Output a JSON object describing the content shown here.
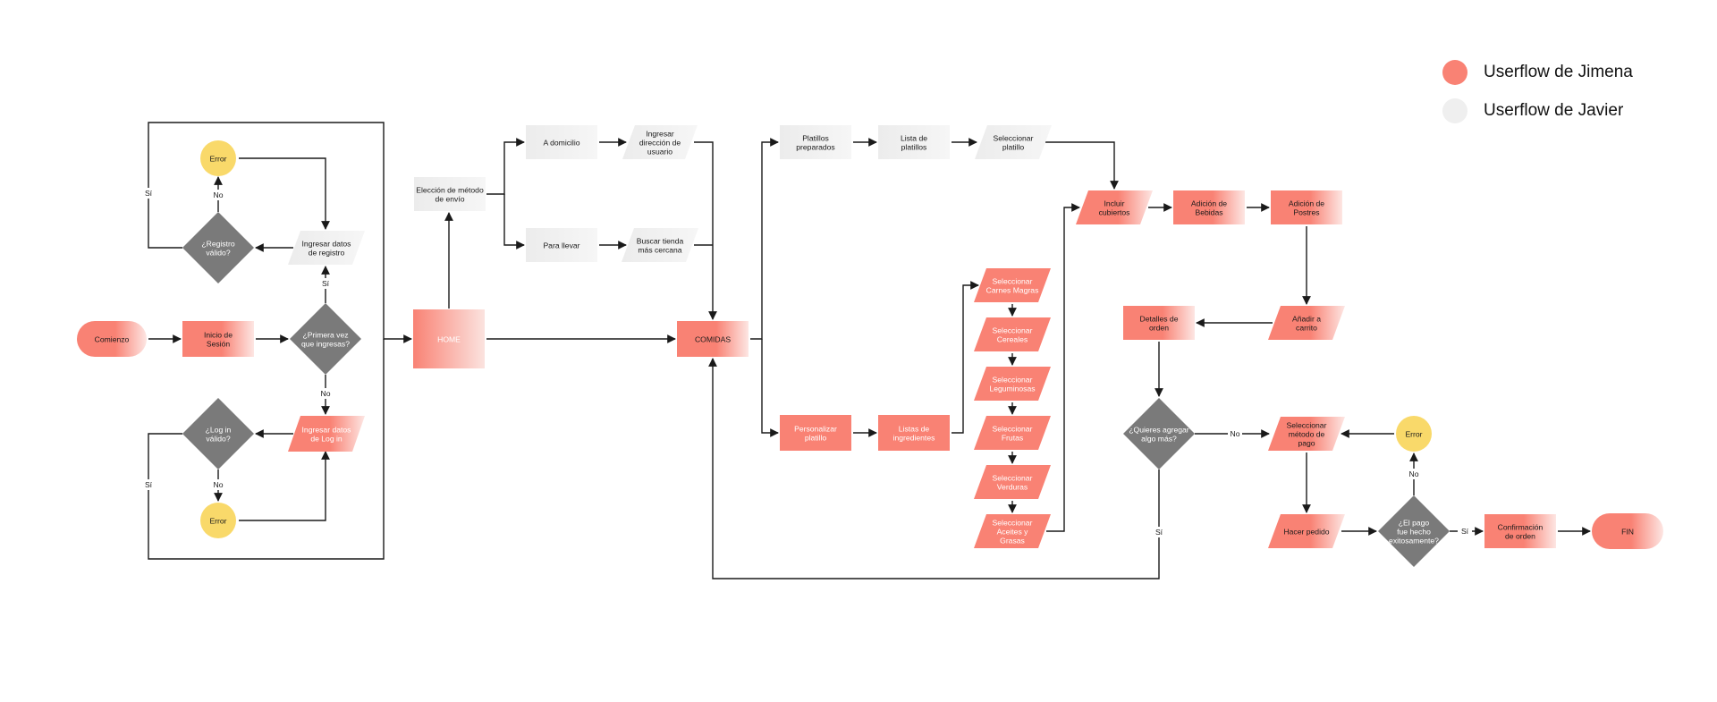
{
  "colors": {
    "jimena": "#f98274",
    "javier": "#efefef",
    "decision": "#7a7a7a",
    "error": "#f9d96a",
    "line": "#1a1a1a"
  },
  "legend": [
    {
      "label": "Userflow de Jimena",
      "color": "#f98274"
    },
    {
      "label": "Userflow de Javier",
      "color": "#efefef"
    }
  ],
  "nodes": {
    "start": [
      "Comienzo"
    ],
    "inicio": [
      "Inicio de",
      "Sesión"
    ],
    "primera": [
      "¿Primera vez",
      "que ingresas?"
    ],
    "ingresar_registro": [
      "Ingresar datos",
      "de registro"
    ],
    "registro_valido": [
      "¿Registro",
      "válido?"
    ],
    "error_registro": [
      "Error"
    ],
    "ingresar_login": [
      "Ingresar datos",
      "de Log in"
    ],
    "login_valido": [
      "¿Log in",
      "válido?"
    ],
    "error_login": [
      "Error"
    ],
    "home": [
      "HOME"
    ],
    "eleccion_envio": [
      "Elección de método",
      "de envío"
    ],
    "a_domicilio": [
      "A domicilio"
    ],
    "ingresar_direccion": [
      "Ingresar",
      "dirección de",
      "usuario"
    ],
    "para_llevar": [
      "Para llevar"
    ],
    "buscar_tienda": [
      "Buscar tienda",
      "más cercana"
    ],
    "comidas": [
      "COMIDAS"
    ],
    "platillos_preparados": [
      "Platillos",
      "preparados"
    ],
    "lista_platillos": [
      "Lista de",
      "platillos"
    ],
    "seleccionar_platillo": [
      "Seleccionar",
      "platillo"
    ],
    "personalizar": [
      "Personalizar",
      "platillo"
    ],
    "lista_ingredientes": [
      "Listas de",
      "ingredientes"
    ],
    "sel_carnes": [
      "Seleccionar",
      "Carnes Magras"
    ],
    "sel_cereales": [
      "Seleccionar",
      "Cereales"
    ],
    "sel_leguminosas": [
      "Seleccionar",
      "Leguminosas"
    ],
    "sel_frutas": [
      "Seleccionar",
      "Frutas"
    ],
    "sel_verduras": [
      "Seleccionar",
      "Verduras"
    ],
    "sel_aceites": [
      "Seleccionar",
      "Aceites y",
      "Grasas"
    ],
    "incluir_cubiertos": [
      "Incluir",
      "cubiertos"
    ],
    "adicion_bebidas": [
      "Adición de",
      "Bebidas"
    ],
    "adicion_postres": [
      "Adición de",
      "Postres"
    ],
    "anadir_carrito": [
      "Añadir a",
      "carrito"
    ],
    "detalles_orden": [
      "Detalles de",
      "orden"
    ],
    "quieres_agregar": [
      "¿Quieres agregar",
      "algo más?"
    ],
    "sel_metodo_pago": [
      "Seleccionar",
      "método de",
      "pago"
    ],
    "error_pago": [
      "Error"
    ],
    "hacer_pedido": [
      "Hacer pedido"
    ],
    "pago_exitoso": [
      "¿El pago",
      "fue hecho",
      "exitosamente?"
    ],
    "confirmacion": [
      "Confirmación",
      "de orden"
    ],
    "fin": [
      "FIN"
    ]
  },
  "edge_labels": {
    "si": "Sí",
    "no": "No"
  }
}
